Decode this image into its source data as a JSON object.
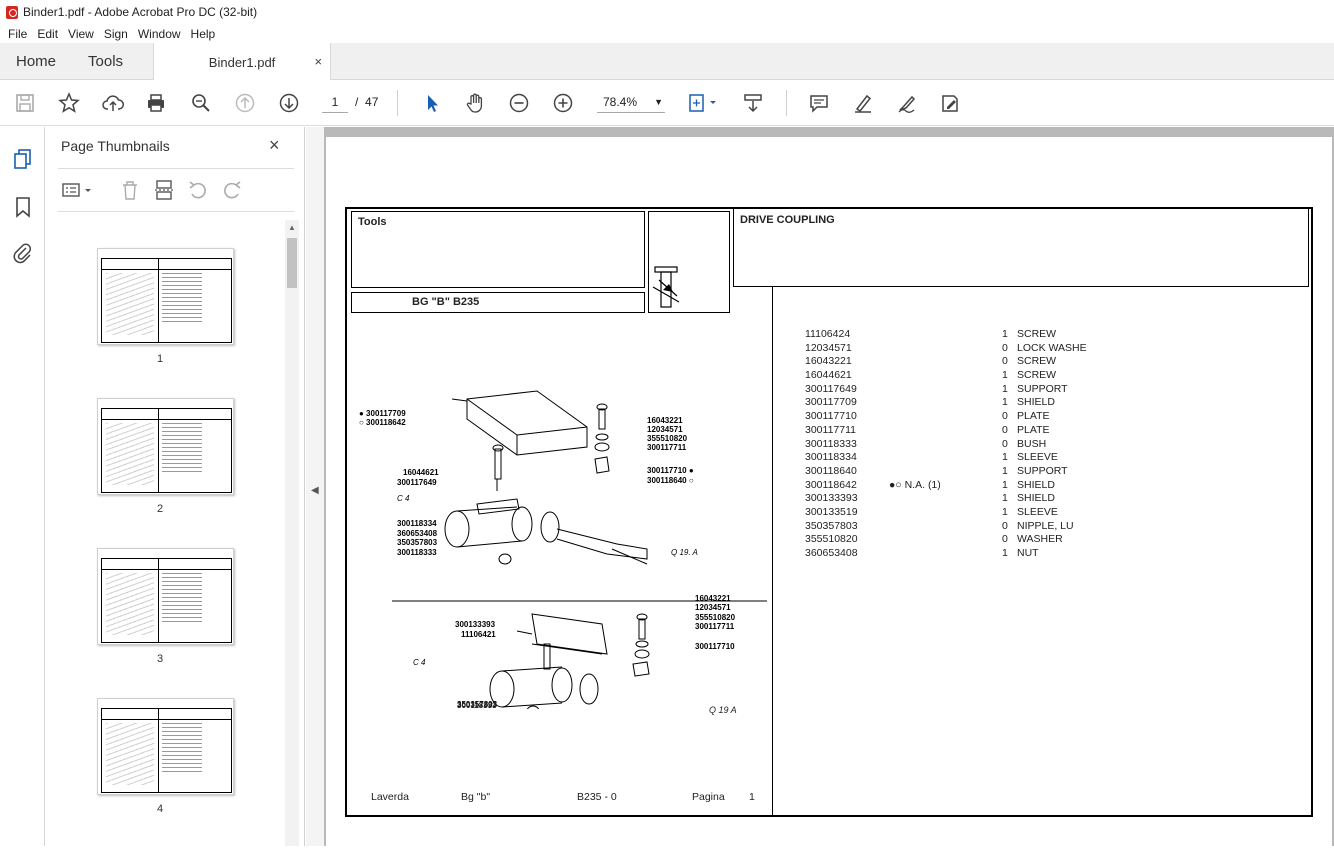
{
  "window": {
    "title": "Binder1.pdf - Adobe Acrobat Pro DC (32-bit)"
  },
  "menu": [
    "File",
    "Edit",
    "View",
    "Sign",
    "Window",
    "Help"
  ],
  "tabs": {
    "home": "Home",
    "tools": "Tools",
    "document": "Binder1.pdf",
    "close": "×"
  },
  "toolbar": {
    "page_current": "1",
    "page_separator": "/",
    "page_total": "47",
    "zoom": "78.4%"
  },
  "panel": {
    "title": "Page Thumbnails",
    "close": "×",
    "thumbnails": [
      {
        "label": "1"
      },
      {
        "label": "2"
      },
      {
        "label": "3"
      },
      {
        "label": "4"
      }
    ]
  },
  "doc": {
    "tools_label": "Tools",
    "model_label": "BG \"B\"  B235",
    "section_title": "DRIVE COUPLING",
    "parts": [
      {
        "number": "11106424",
        "note": "",
        "qty": "1",
        "desc": "SCREW"
      },
      {
        "number": "12034571",
        "note": "",
        "qty": "0",
        "desc": "LOCK WASHE"
      },
      {
        "number": "16043221",
        "note": "",
        "qty": "0",
        "desc": "SCREW"
      },
      {
        "number": "16044621",
        "note": "",
        "qty": "1",
        "desc": "SCREW"
      },
      {
        "number": "300117649",
        "note": "",
        "qty": "1",
        "desc": "SUPPORT"
      },
      {
        "number": "300117709",
        "note": "",
        "qty": "1",
        "desc": "SHIELD"
      },
      {
        "number": "300117710",
        "note": "",
        "qty": "0",
        "desc": "PLATE"
      },
      {
        "number": "300117711",
        "note": "",
        "qty": "0",
        "desc": "PLATE"
      },
      {
        "number": "300118333",
        "note": "",
        "qty": "0",
        "desc": "BUSH"
      },
      {
        "number": "300118334",
        "note": "",
        "qty": "1",
        "desc": "SLEEVE"
      },
      {
        "number": "300118640",
        "note": "",
        "qty": "1",
        "desc": "SUPPORT"
      },
      {
        "number": "300118642",
        "note": "●○  N.A.  (1)",
        "qty": "1",
        "desc": "SHIELD"
      },
      {
        "number": "300133393",
        "note": "",
        "qty": "1",
        "desc": "SHIELD"
      },
      {
        "number": "300133519",
        "note": "",
        "qty": "1",
        "desc": "SLEEVE"
      },
      {
        "number": "350357803",
        "note": "",
        "qty": "0",
        "desc": "NIPPLE, LU"
      },
      {
        "number": "355510820",
        "note": "",
        "qty": "0",
        "desc": "WASHER"
      },
      {
        "number": "360653408",
        "note": "",
        "qty": "1",
        "desc": "NUT"
      }
    ],
    "callouts_top": {
      "a": "● 300117709",
      "b": "○ 300118642",
      "c": "16043221",
      "d": "12034571",
      "e": "355510820",
      "f": "300117711",
      "g": "16044621",
      "h": "300117649",
      "i": "300117710 ●",
      "j": "300118640 ○",
      "k": "C 4",
      "l": "300118334",
      "m": "360653408",
      "n": "350357803",
      "o": "300118333",
      "p": "Q 19. A"
    },
    "callouts_bottom": {
      "a": "16043221",
      "b": "12034571",
      "c": "355510820",
      "d": "300117711",
      "e": "300133393",
      "f": "11106421",
      "g": "300117710",
      "h": "C 4",
      "i": "350357803",
      "j": "300133519",
      "k": "300118333",
      "l": "Q 19  A"
    },
    "footer": {
      "brand": "Laverda",
      "model": "Bg \"b\"",
      "code": "B235 - 0",
      "page_label": "Pagina",
      "page_num": "1"
    }
  }
}
